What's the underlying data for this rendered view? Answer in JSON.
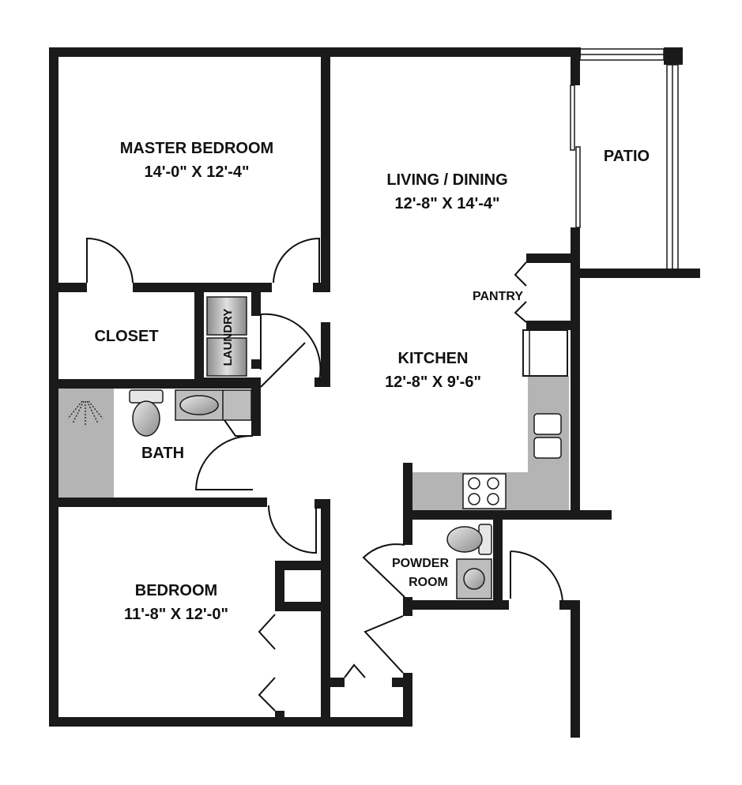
{
  "rooms": {
    "master_bedroom": {
      "name": "MASTER BEDROOM",
      "dims": "14'-0\" X 12'-4\""
    },
    "living_dining": {
      "name": "LIVING / DINING",
      "dims": "12'-8\" X 14'-4\""
    },
    "patio": {
      "name": "PATIO"
    },
    "pantry": {
      "name": "PANTRY"
    },
    "closet": {
      "name": "CLOSET"
    },
    "laundry": {
      "name": "LAUNDRY"
    },
    "kitchen": {
      "name": "KITCHEN",
      "dims": "12'-8\" X 9'-6\""
    },
    "bath": {
      "name": "BATH"
    },
    "powder_room": {
      "line1": "POWDER",
      "line2": "ROOM"
    },
    "bedroom": {
      "name": "BEDROOM",
      "dims": "11'-8\" X 12'-0\""
    }
  },
  "colors": {
    "wall": "#1a1a1a",
    "counter": "#b4b4b4",
    "fixture": "#bdbdbd",
    "background": "#ffffff"
  }
}
